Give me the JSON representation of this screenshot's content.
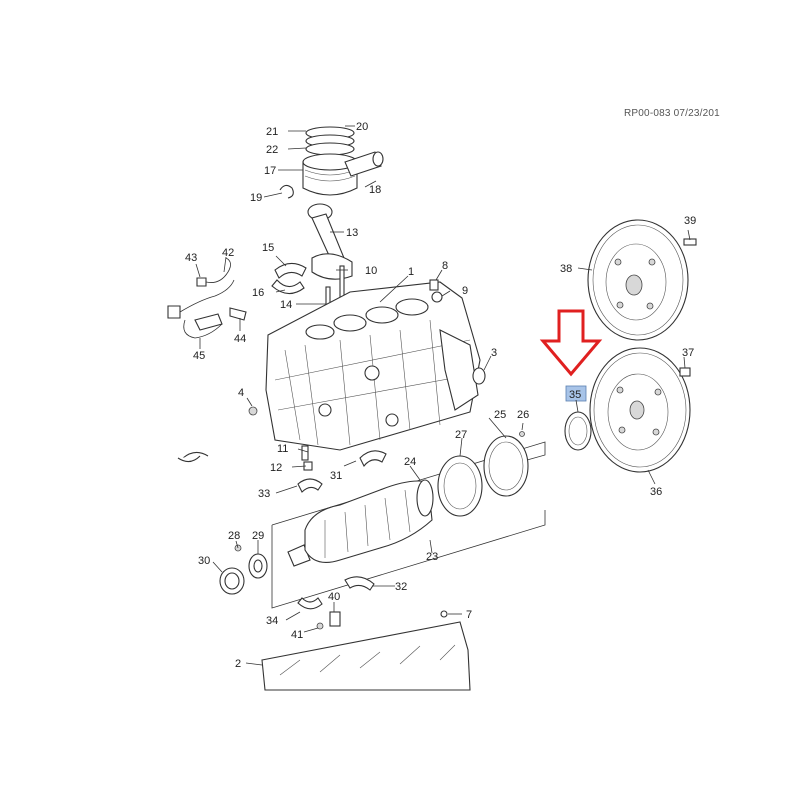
{
  "diagram": {
    "reference_code": "RP00-083 07/23/201",
    "highlighted_part": "35",
    "highlight_color": "#a8c4e8",
    "arrow_color": "#e02020",
    "labels": {
      "l1": "1",
      "l2": "2",
      "l3": "3",
      "l4": "4",
      "l7": "7",
      "l8": "8",
      "l9": "9",
      "l10": "10",
      "l11": "11",
      "l12": "12",
      "l13": "13",
      "l14": "14",
      "l15": "15",
      "l16": "16",
      "l17": "17",
      "l18": "18",
      "l19": "19",
      "l20": "20",
      "l21": "21",
      "l22": "22",
      "l23": "23",
      "l24": "24",
      "l25": "25",
      "l26": "26",
      "l27": "27",
      "l28": "28",
      "l29": "29",
      "l30": "30",
      "l31": "31",
      "l32": "32",
      "l33": "33",
      "l34": "34",
      "l35": "35",
      "l36": "36",
      "l37": "37",
      "l38": "38",
      "l39": "39",
      "l40": "40",
      "l41": "41",
      "l42": "42",
      "l43": "43",
      "l44": "44",
      "l45": "45"
    }
  }
}
